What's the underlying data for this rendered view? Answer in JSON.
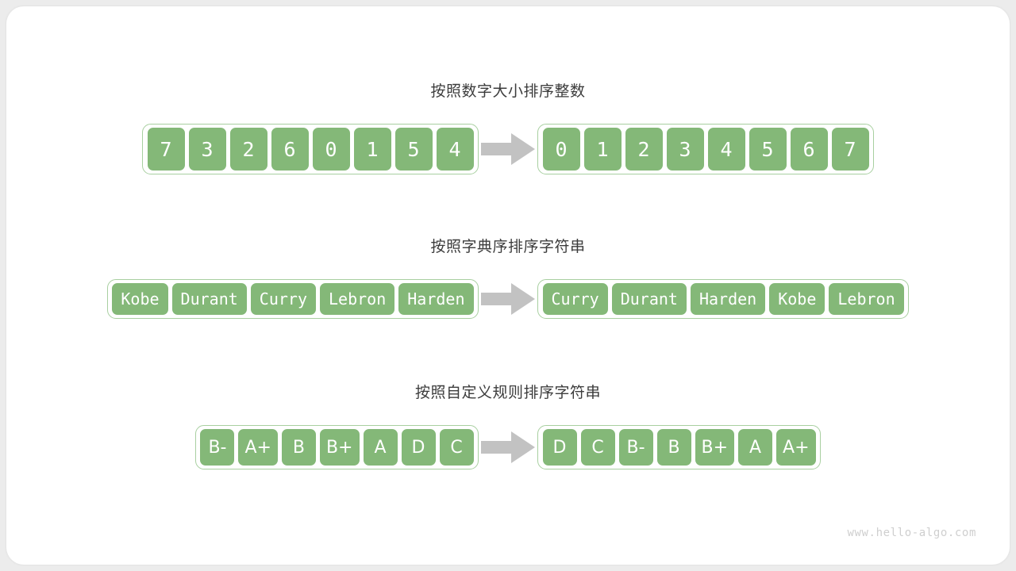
{
  "watermark": "www.hello-algo.com",
  "theme": {
    "cell_fill": "#84b878",
    "cell_text": "#ffffff",
    "container_border": "#a8cfa0",
    "arrow_color": "#c2c2c2",
    "title_color": "#3c3c3c",
    "card_bg": "#ffffff",
    "page_bg": "#ececec",
    "watermark_color": "#cfcfcf"
  },
  "sections": [
    {
      "title": "按照数字大小排序整数",
      "arrow": "right-arrow-icon",
      "input": [
        "7",
        "3",
        "2",
        "6",
        "0",
        "1",
        "5",
        "4"
      ],
      "output": [
        "0",
        "1",
        "2",
        "3",
        "4",
        "5",
        "6",
        "7"
      ]
    },
    {
      "title": "按照字典序排序字符串",
      "arrow": "right-arrow-icon",
      "input": [
        "Kobe",
        "Durant",
        "Curry",
        "Lebron",
        "Harden"
      ],
      "output": [
        "Curry",
        "Durant",
        "Harden",
        "Kobe",
        "Lebron"
      ]
    },
    {
      "title": "按照自定义规则排序字符串",
      "arrow": "right-arrow-icon",
      "input": [
        "B-",
        "A+",
        "B",
        "B+",
        "A",
        "D",
        "C"
      ],
      "output": [
        "D",
        "C",
        "B-",
        "B",
        "B+",
        "A",
        "A+"
      ]
    }
  ]
}
